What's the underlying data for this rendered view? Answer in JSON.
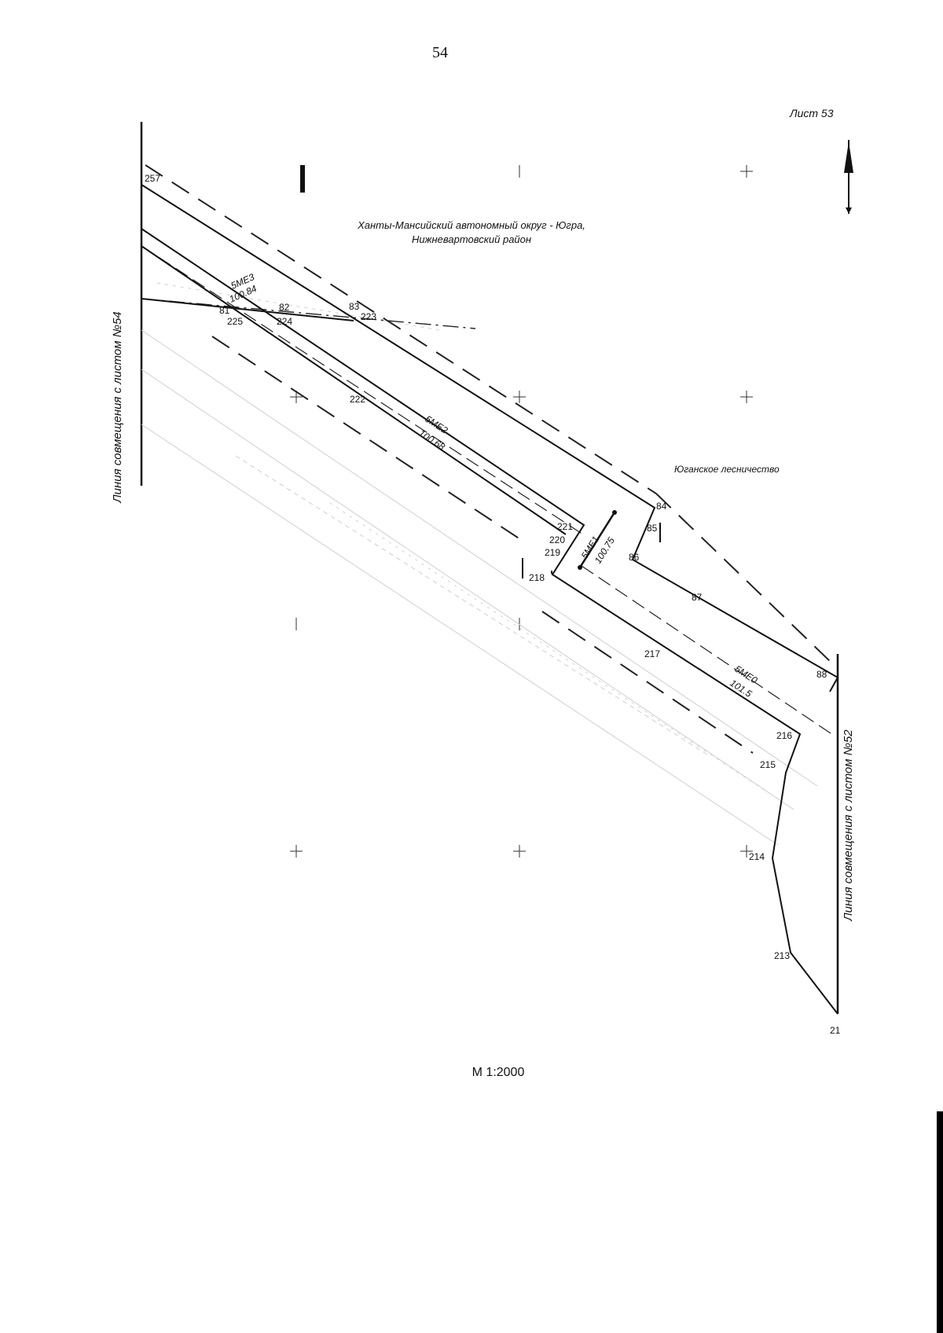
{
  "page": {
    "number": "54",
    "sheet_label": "Лист 53",
    "scale": "М 1:2000"
  },
  "map": {
    "region_title_line1": "Ханты-Мансийский автономный округ - Югра,",
    "region_title_line2": "Нижневартовский район",
    "forestry_label": "Юганское лесничество",
    "join_left": "Линия совмещения с листом №54",
    "join_right": "Линия совмещения с листом №52",
    "north_arrow": "north-arrow-icon",
    "segment_labels": {
      "seg1_top": "5МЕ2",
      "seg1_bottom": "100.68",
      "seg2_top": "5МЕ3",
      "seg2_bottom": "100.84",
      "seg3_top": "5МЕ0",
      "seg3_bottom": "101.5",
      "seg4_top": "5МЕ1",
      "seg4_bottom": "100.75"
    },
    "points": {
      "p257": "257",
      "p81": "81",
      "p82": "82",
      "p83": "83",
      "p84": "84",
      "p85": "85",
      "p86": "86",
      "p87": "87",
      "p88": "88",
      "p225": "225",
      "p224": "224",
      "p223": "223",
      "p222": "222",
      "p221": "221",
      "p220": "220",
      "p219": "219",
      "p218": "218",
      "p217": "217",
      "p216": "216",
      "p215": "215",
      "p214": "214",
      "p213": "213",
      "p21": "21"
    }
  }
}
